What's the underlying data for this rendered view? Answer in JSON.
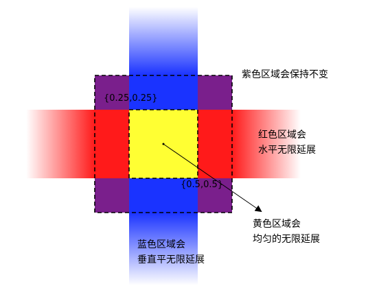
{
  "labels": {
    "purple": "紫色区域会保持不变",
    "red_line1": "红色区域会",
    "red_line2": "水平无限延展",
    "yellow_line1": "黄色区域会",
    "yellow_line2": "均匀的无限延展",
    "blue_line1": "蓝色区域会",
    "blue_line2": "垂直平无限延展",
    "coord_top_left": "{0.25,0.25}",
    "coord_bottom_right": "{0.5,0.5}"
  },
  "colors": {
    "purple": "#7a1f8c",
    "red": "#ff1a1a",
    "blue": "#1a33ff",
    "yellow": "#ffff33",
    "dashed_border": "#000000"
  }
}
